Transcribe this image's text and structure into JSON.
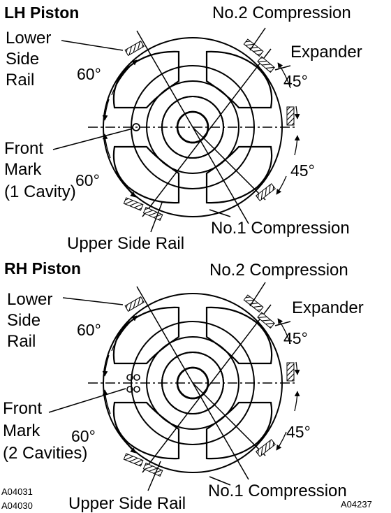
{
  "pistons": [
    {
      "title": "LH Piston",
      "labels": {
        "no2": "No.2 Compression",
        "lower1": "Lower",
        "lower2": "Side",
        "lower3": "Rail",
        "expander": "Expander",
        "angle_tl": "60°",
        "angle_tr": "45°",
        "angle_bl": "60°",
        "angle_br": "45°",
        "front1": "Front",
        "front2": "Mark",
        "front3": "(1 Cavity)",
        "no1": "No.1 Compression",
        "upper": "Upper Side Rail"
      }
    },
    {
      "title": "RH Piston",
      "labels": {
        "no2": "No.2 Compression",
        "lower1": "Lower",
        "lower2": "Side",
        "lower3": "Rail",
        "expander": "Expander",
        "angle_tl": "60°",
        "angle_tr": "45°",
        "angle_bl": "60°",
        "angle_br": "45°",
        "front1": "Front",
        "front2": "Mark",
        "front3": "(2 Cavities)",
        "no1": "No.1 Compression",
        "upper": "Upper Side Rail"
      }
    }
  ],
  "codes": {
    "left_top": "A04031",
    "left_bottom": "A04030",
    "right": "A04237"
  }
}
